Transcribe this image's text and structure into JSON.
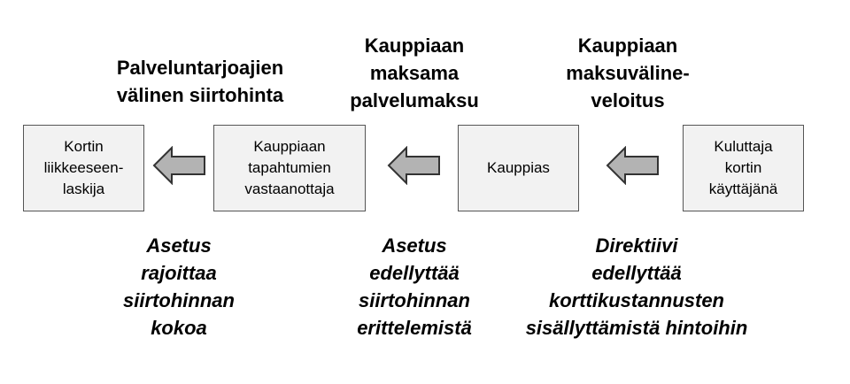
{
  "fees": [
    {
      "lines": [
        "Palveluntarjoajien",
        "välinen siirtohinta"
      ]
    },
    {
      "lines": [
        "Kauppiaan",
        "maksama",
        "palvelumaksu"
      ]
    },
    {
      "lines": [
        "Kauppiaan",
        "maksuväline-",
        "veloitus"
      ]
    }
  ],
  "boxes": [
    {
      "lines": [
        "Kortin",
        "liikkeeseen-",
        "laskija"
      ]
    },
    {
      "lines": [
        "Kauppiaan",
        "tapahtumien",
        "vastaanottaja"
      ]
    },
    {
      "lines": [
        "Kauppias"
      ]
    },
    {
      "lines": [
        "Kuluttaja",
        "kortin",
        "käyttäjänä"
      ]
    }
  ],
  "notes": [
    {
      "lines": [
        "Asetus",
        "rajoittaa",
        "siirtohinnan",
        "kokoa"
      ]
    },
    {
      "lines": [
        "Asetus",
        "edellyttää",
        "siirtohinnan",
        "erittelemistä"
      ]
    },
    {
      "lines": [
        "Direktiivi",
        "edellyttää",
        "korttikustannusten",
        "sisällyttämistä hintoihin"
      ]
    }
  ],
  "colors": {
    "box_fill": "#f2f2f2",
    "arrow_fill": "#b3b3b3",
    "outline": "#333333"
  }
}
